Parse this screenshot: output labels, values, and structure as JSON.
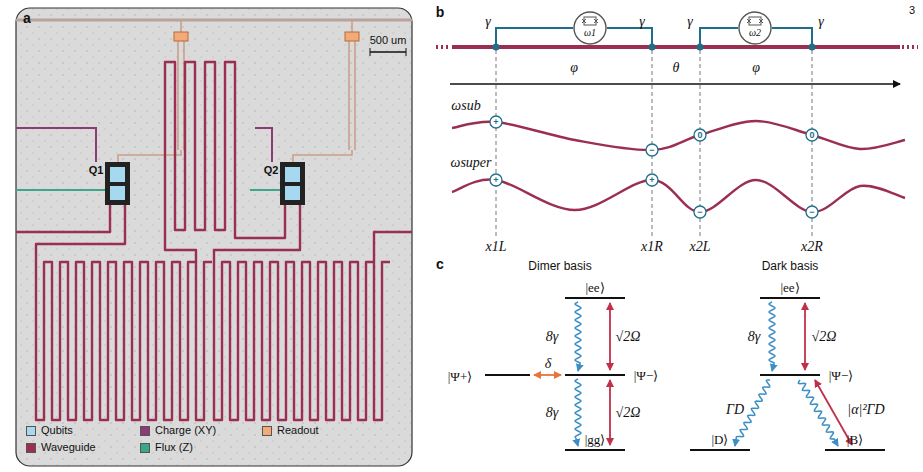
{
  "diagram": {
    "nodes": [
      {
        "text": [
          "ω1"
        ]
      },
      {
        "text": [
          "ω2"
        ]
      }
    ],
    "labels": [
      "3",
      "a",
      "500 um",
      "Q1",
      "Q2",
      "b",
      "γ",
      "γ",
      "γ",
      "γ",
      "φ",
      "θ",
      "φ",
      "ωsub",
      "ωsuper",
      "+",
      "−",
      "0",
      "0",
      "+",
      "+",
      "−",
      "−",
      "x1L",
      "x1R",
      "x2L",
      "x2R",
      "c",
      "Dimer basis",
      "|ee⟩",
      "8γ",
      "√2Ω",
      "|Ψ+⟩",
      "δ",
      "|Ψ−⟩",
      "8γ",
      "√2Ω",
      "|gg⟩",
      "Dark basis",
      "|ee⟩",
      "8γ",
      "√2Ω",
      "|Ψ−⟩",
      "ΓD",
      "|α|²ΓD",
      "|D⟩",
      "|B⟩"
    ],
    "legend": [
      {
        "text": "Qubits",
        "color": "#a6d8ef"
      },
      {
        "text": "Charge (XY)",
        "color": "#8e3a78"
      },
      {
        "text": "Readout",
        "color": "#f4a978"
      },
      {
        "text": "Waveguide",
        "color": "#9b2f52"
      },
      {
        "text": "Flux (Z)",
        "color": "#3aa78a"
      }
    ]
  }
}
